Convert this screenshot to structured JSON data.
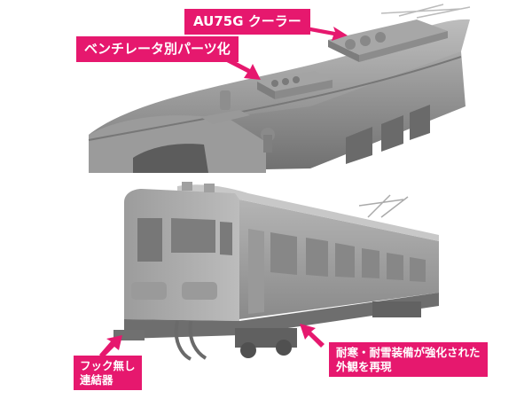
{
  "callouts": {
    "cooler": "AU75G クーラー",
    "ventilator": "ベンチレータ別パーツ化",
    "coupler_line1": "フック無し",
    "coupler_line2": "連結器",
    "snow_line1": "耐寒・耐雪装備が強化された",
    "snow_line2": "外観を再現"
  },
  "colors": {
    "callout_bg": "#e6186e",
    "callout_text": "#ffffff",
    "model_gray": "#8f8f8f"
  }
}
